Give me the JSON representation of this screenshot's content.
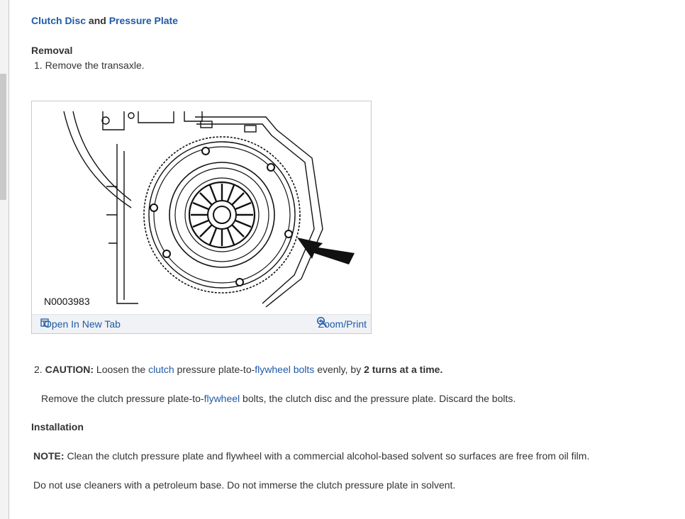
{
  "section": {
    "title_part1": "Clutch Disc",
    "title_and": " and ",
    "title_part2": "Pressure Plate"
  },
  "removal": {
    "heading": "Removal",
    "step1": "1. Remove the transaxle."
  },
  "figure": {
    "id": "N0003983",
    "open_label": "Open In New Tab",
    "zoom_label": "Zoom/Print",
    "open_icon": "open-new-tab-icon",
    "zoom_icon": "magnifier-icon"
  },
  "step2": {
    "number": "2. ",
    "caution_label": "CAUTION:",
    "t1": " Loosen the ",
    "link_clutch": "clutch",
    "t2": " pressure plate-to-",
    "link_flywheel_bolts": "flywheel bolts",
    "t3": " evenly, by ",
    "bold_turns": "2 turns at a time.",
    "p_t1": "Remove the clutch pressure plate-to-",
    "p_link_flywheel": "flywheel",
    "p_t2": " bolts, the clutch disc and the pressure plate. Discard the bolts."
  },
  "installation": {
    "heading": "Installation",
    "note_label": "NOTE:",
    "note_text": " Clean the clutch pressure plate and flywheel with a commercial alcohol-based solvent so surfaces are free from oil film.",
    "para": "Do not use cleaners with a petroleum base. Do not immerse the clutch pressure plate in solvent."
  },
  "colors": {
    "link": "#1f5aa6",
    "text": "#333333",
    "toolbar_bg": "#f0f2f5"
  }
}
